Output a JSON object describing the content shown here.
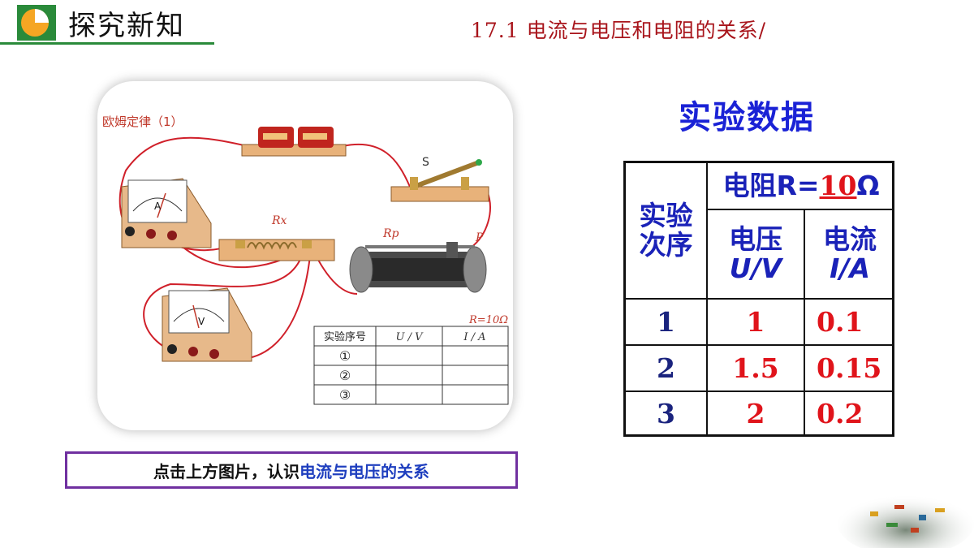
{
  "header": {
    "title": "探究新知",
    "lesson": "17.1 电流与电压和电阻的关系/"
  },
  "figure": {
    "title": "欧姆定律（1）",
    "switch_label": "S",
    "rx_label": "Rx",
    "rp_label": "Rp",
    "p_label": "P",
    "r_note": "R=10Ω",
    "ammeter_symbol": "A",
    "voltmeter_symbol": "V",
    "inner_table": {
      "headers": [
        "实验序号",
        "U / V",
        "I / A"
      ],
      "rows": [
        "①",
        "②",
        "③"
      ]
    }
  },
  "caption": {
    "prefix": "点击上方图片，认识",
    "highlight": "电流与电压的关系"
  },
  "data_section": {
    "title": "实验数据",
    "table": {
      "resistance_prefix": "电阻R=",
      "resistance_value": "10",
      "resistance_unit": "Ω",
      "order_header_line1": "实验",
      "order_header_line2": "次序",
      "voltage_header": "电压",
      "voltage_unit": "U/V",
      "current_header": "电流",
      "current_unit": "I/A",
      "rows": [
        {
          "order": "1",
          "voltage": "1",
          "current": "0.1"
        },
        {
          "order": "2",
          "voltage": "1.5",
          "current": "0.15"
        },
        {
          "order": "3",
          "voltage": "2",
          "current": "0.2"
        }
      ]
    }
  },
  "colors": {
    "accent_red": "#e0141b",
    "title_blue": "#1a22d6",
    "caption_border": "#7030a0",
    "header_green": "#2a8a3a"
  }
}
